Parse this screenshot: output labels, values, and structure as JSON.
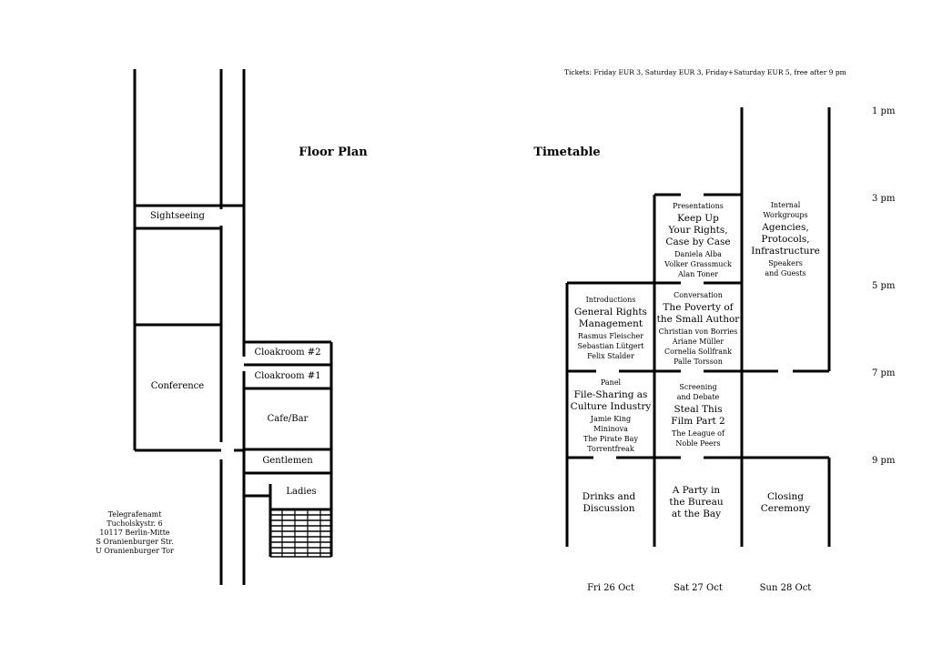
{
  "tickets": "Tickets: Friday EUR 3, Saturday EUR 3, Friday+Saturday EUR 5, free after 9 pm",
  "floor_plan": {
    "heading": "Floor Plan",
    "rooms": {
      "sightseeing": "Sightseeing",
      "conference": "Conference",
      "cloakroom2": "Cloakroom #2",
      "cloakroom1": "Cloakroom #1",
      "cafe_bar": "Cafe/Bar",
      "gentlemen": "Gentlemen",
      "ladies": "Ladies"
    },
    "address": [
      "Telegrafenamt",
      "Tucholskystr. 6",
      "10117 Berlin-Mitte",
      "S Oranienburger Str.",
      "U Oranienburger Tor"
    ]
  },
  "timetable": {
    "heading": "Timetable",
    "hours": [
      "1 pm",
      "3 pm",
      "5 pm",
      "7 pm",
      "9 pm"
    ],
    "days": [
      "Fri 26 Oct",
      "Sat 27 Oct",
      "Sun 28 Oct"
    ],
    "sessions": [
      {
        "type": "Presentations",
        "title": [
          "Keep Up",
          "Your Rights,",
          "Case by Case"
        ],
        "people": [
          "Daniela Alba",
          "Volker Grassmuck",
          "Alan Toner"
        ]
      },
      {
        "type": [
          "Internal",
          "Workgroups"
        ],
        "title": [
          "Agencies,",
          "Protocols,",
          "Infrastructure"
        ],
        "people": [
          "Speakers",
          "and Guests"
        ]
      },
      {
        "type": "Introductions",
        "title": [
          "General Rights",
          "Management"
        ],
        "people": [
          "Rasmus Fleischer",
          "Sebastian Lütgert",
          "Felix Stalder"
        ]
      },
      {
        "type": "Conversation",
        "title": [
          "The Poverty of",
          "the Small Author"
        ],
        "people": [
          "Christian von Borries",
          "Ariane Müller",
          "Cornelia Sollfrank",
          "Palle Torsson"
        ]
      },
      {
        "type": "Panel",
        "title": [
          "File-Sharing as",
          "Culture Industry"
        ],
        "people": [
          "Jamie King",
          "Mininova",
          "The Pirate Bay",
          "Torrentfreak"
        ]
      },
      {
        "type": [
          "Screening",
          "and Debate"
        ],
        "title": [
          "Steal This",
          "Film Part 2"
        ],
        "people": [
          "The League of",
          "Noble Peers"
        ]
      },
      {
        "title": [
          "Drinks and",
          "Discussion"
        ]
      },
      {
        "title": [
          "A Party in",
          "the Bureau",
          "at the Bay"
        ]
      },
      {
        "title": [
          "Closing",
          "Ceremony"
        ]
      }
    ]
  }
}
